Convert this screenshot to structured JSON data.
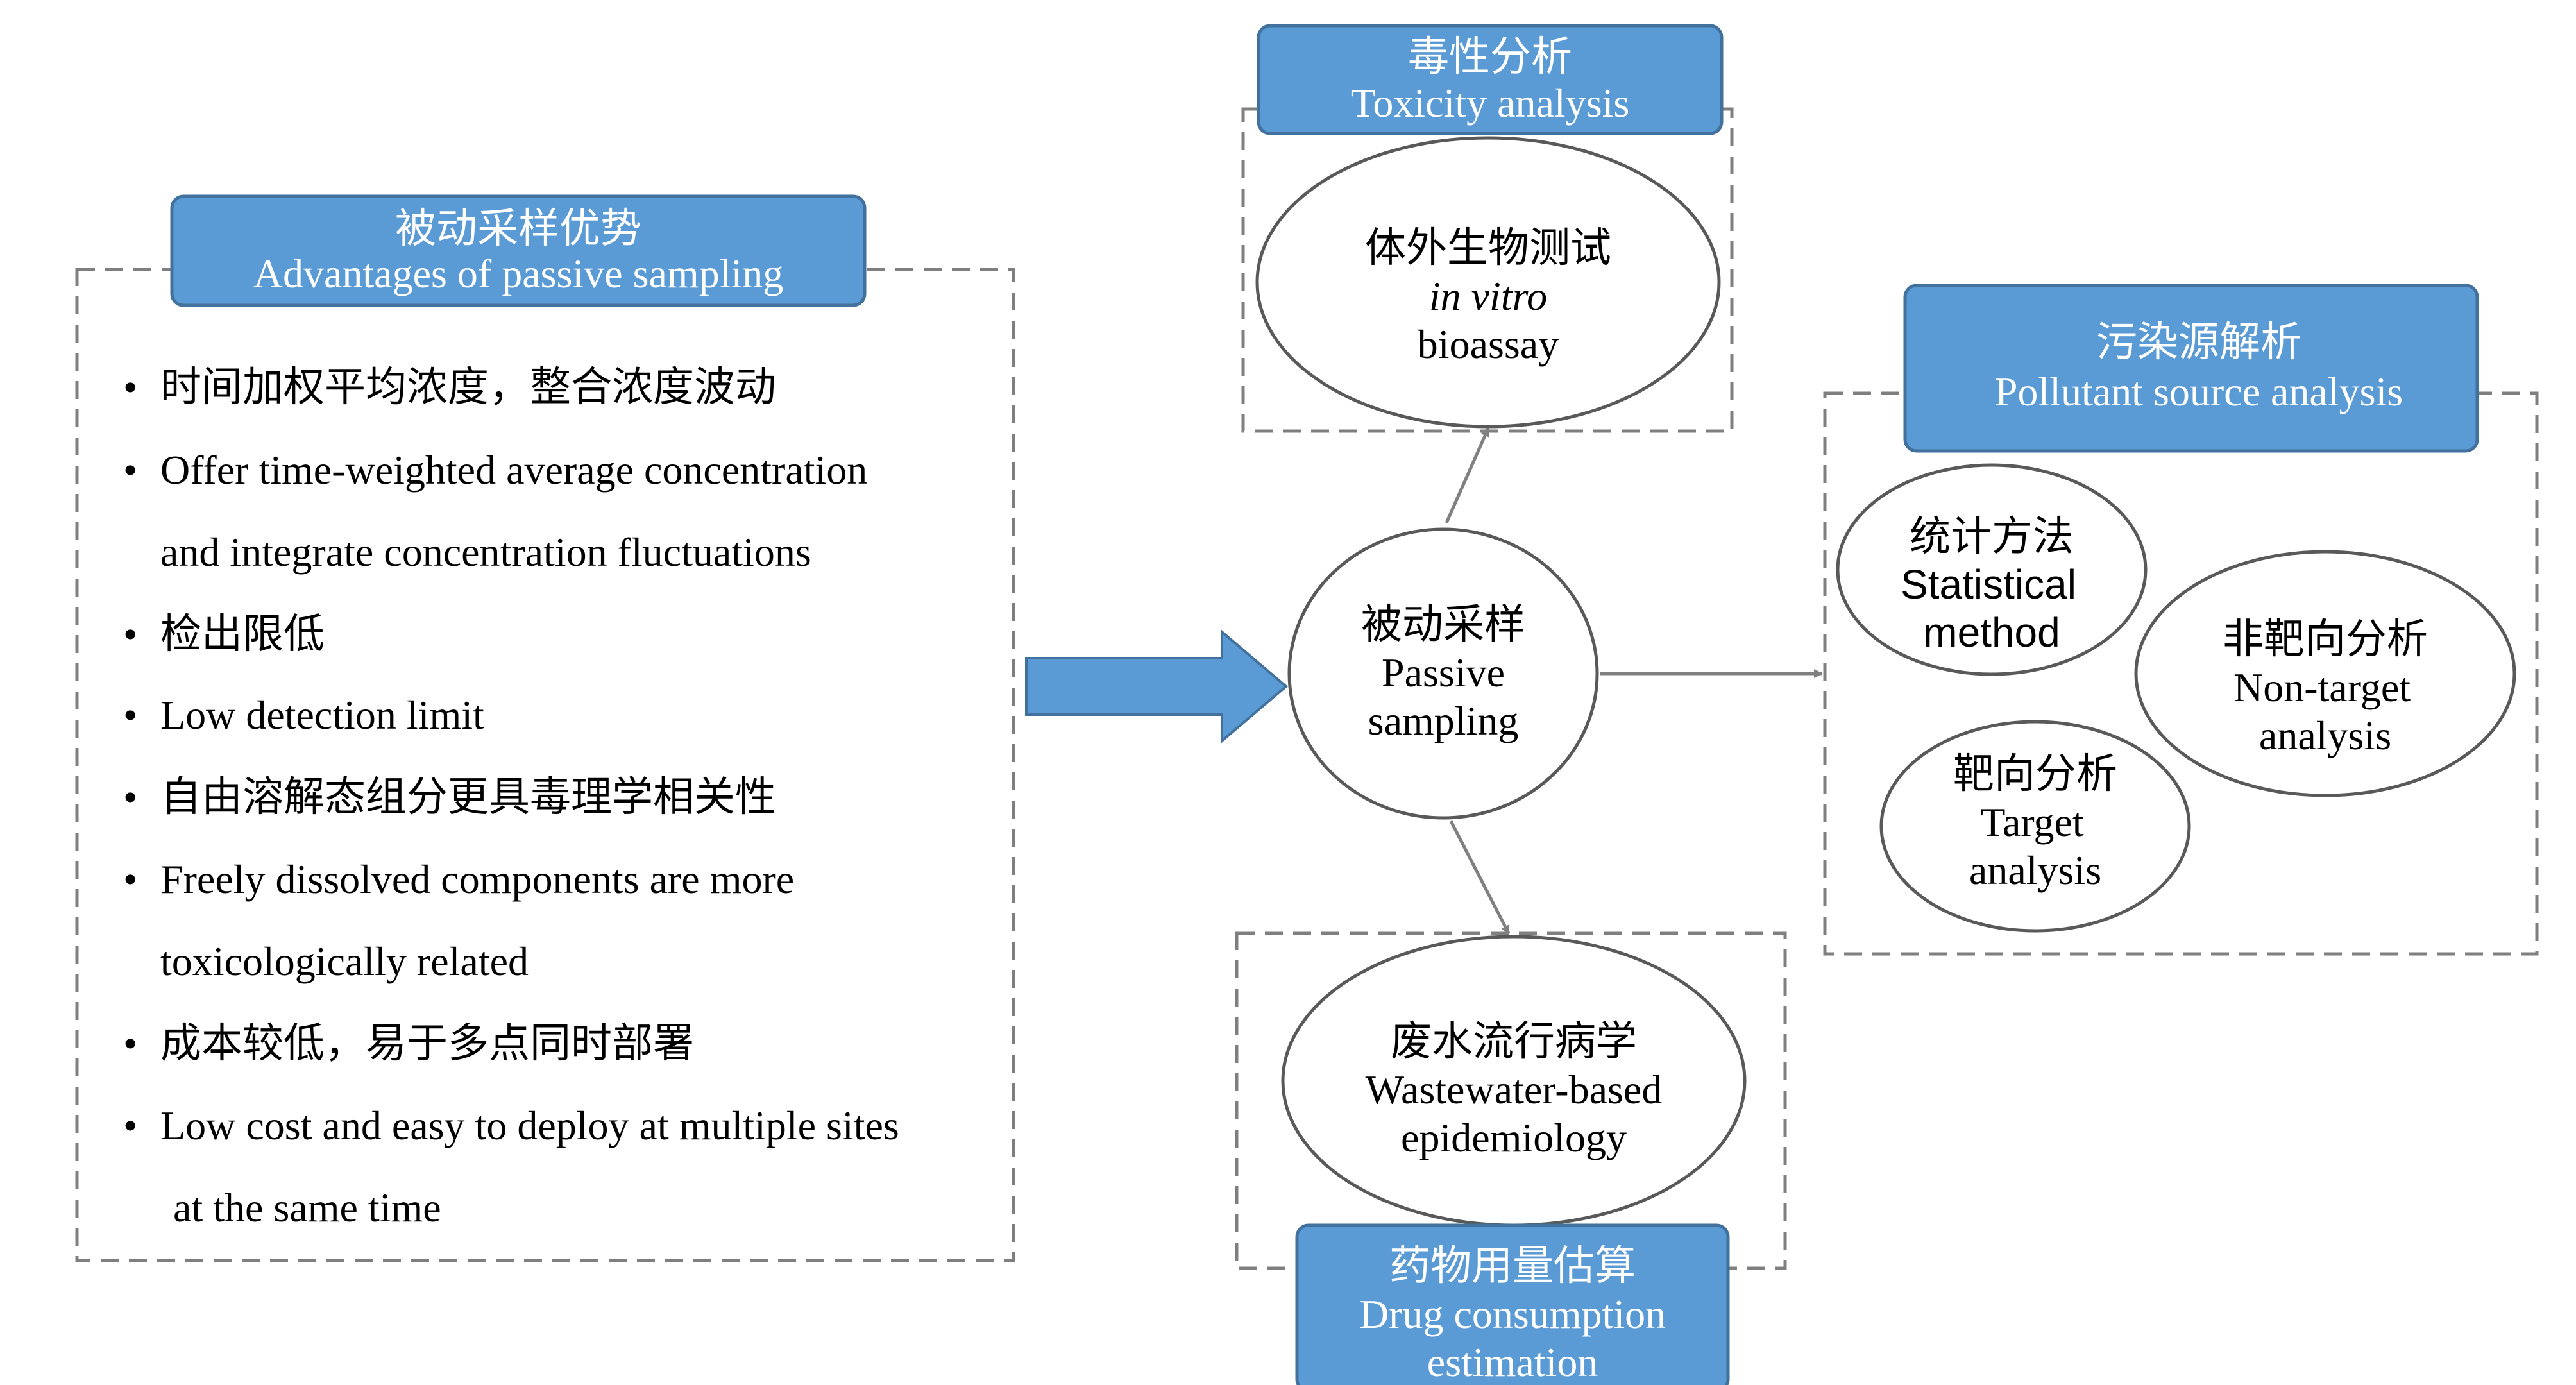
{
  "advantages": {
    "title_cn": "被动采样优势",
    "title_en": "Advantages of passive sampling",
    "items": [
      "时间加权平均浓度，整合浓度波动",
      "Offer time-weighted average concentration",
      "and integrate concentration fluctuations",
      "检出限低",
      "Low detection limit",
      "自由溶解态组分更具毒理学相关性",
      "Freely dissolved components are more",
      "toxicologically related",
      "成本较低，易于多点同时部署",
      "Low cost and easy to deploy at multiple sites",
      "at the same time"
    ]
  },
  "center": {
    "line1": "被动采样",
    "line2": "Passive",
    "line3": "sampling"
  },
  "toxicity": {
    "title_cn": "毒性分析",
    "title_en": "Toxicity analysis",
    "ellipse_line1": "体外生物测试",
    "ellipse_line2": "in vitro",
    "ellipse_line3": "bioassay"
  },
  "pollutant": {
    "title_cn": "污染源解析",
    "title_en": "Pollutant source analysis",
    "statistical_line1": "统计方法",
    "statistical_line2": "Statistical",
    "statistical_line3": "method",
    "nontarget_line1": "非靶向分析",
    "nontarget_line2": "Non-target",
    "nontarget_line3": "analysis",
    "target_line1": "靶向分析",
    "target_line2": "Target",
    "target_line3": "analysis"
  },
  "drug": {
    "title_cn": "药物用量估算",
    "title_en_line1": "Drug consumption",
    "title_en_line2": "estimation",
    "ellipse_line1": "废水流行病学",
    "ellipse_line2": "Wastewater-based",
    "ellipse_line3": "epidemiology"
  },
  "colors": {
    "box_fill": "#5b9bd5",
    "box_stroke": "#41719c",
    "dash_stroke": "#7f7f7f",
    "arrow": "#5b9bd5",
    "connector": "#808080"
  }
}
